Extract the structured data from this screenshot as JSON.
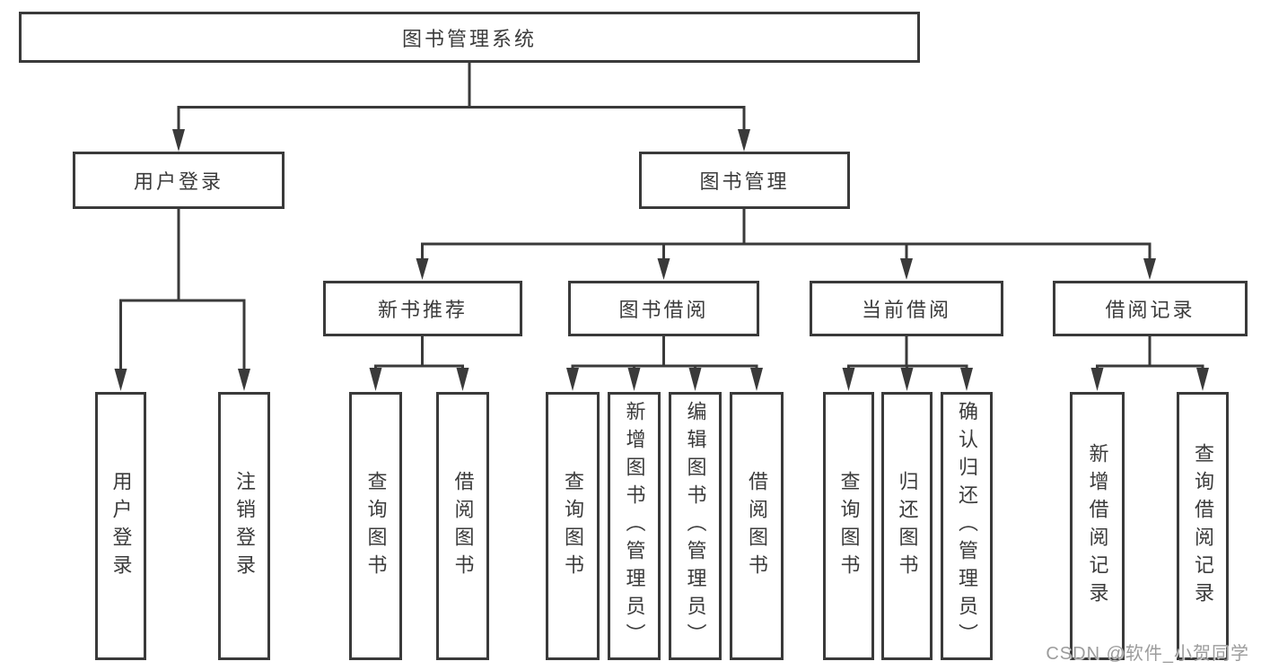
{
  "diagram": {
    "root": {
      "label": "图书管理系统"
    },
    "user": {
      "label": "用户登录",
      "children": [
        {
          "label": "用户登录"
        },
        {
          "label": "注销登录"
        }
      ]
    },
    "mgmt": {
      "label": "图书管理",
      "groups": [
        {
          "label": "新书推荐",
          "children": [
            {
              "label": "查询图书"
            },
            {
              "label": "借阅图书"
            }
          ]
        },
        {
          "label": "图书借阅",
          "children": [
            {
              "label": "查询图书"
            },
            {
              "label": "新增图书（管理员）"
            },
            {
              "label": "编辑图书（管理员）"
            },
            {
              "label": "借阅图书"
            }
          ]
        },
        {
          "label": "当前借阅",
          "children": [
            {
              "label": "查询图书"
            },
            {
              "label": "归还图书"
            },
            {
              "label": "确认归还（管理员）"
            }
          ]
        },
        {
          "label": "借阅记录",
          "children": [
            {
              "label": "新增借阅记录"
            },
            {
              "label": "查询借阅记录"
            }
          ]
        }
      ]
    }
  },
  "watermark": {
    "text": "CSDN @软件_小贺同学"
  },
  "colors": {
    "line": "#3a3a3a",
    "text": "#3b3b3b",
    "bg": "#ffffff",
    "watermark": "#9c9c9c"
  }
}
